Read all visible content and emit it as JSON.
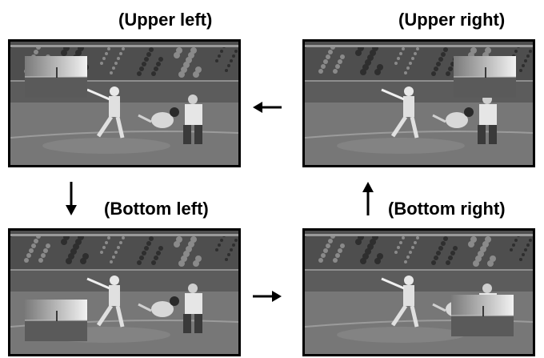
{
  "labels": {
    "upper_left": "(Upper left)",
    "upper_right": "(Upper right)",
    "bottom_left": "(Bottom left)",
    "bottom_right": "(Bottom right)"
  },
  "panels": [
    {
      "id": "upper-left",
      "inset_position": "upper-left"
    },
    {
      "id": "upper-right",
      "inset_position": "upper-right"
    },
    {
      "id": "bottom-left",
      "inset_position": "bottom-left"
    },
    {
      "id": "bottom-right",
      "inset_position": "bottom-right"
    }
  ],
  "arrows": [
    {
      "from": "upper-right",
      "to": "upper-left",
      "direction": "left"
    },
    {
      "from": "upper-left",
      "to": "bottom-left",
      "direction": "down"
    },
    {
      "from": "bottom-left",
      "to": "bottom-right",
      "direction": "right"
    },
    {
      "from": "bottom-right",
      "to": "upper-right",
      "direction": "up"
    }
  ],
  "colors": {
    "frame_border": "#000000",
    "arrow": "#000000",
    "text": "#000000"
  }
}
